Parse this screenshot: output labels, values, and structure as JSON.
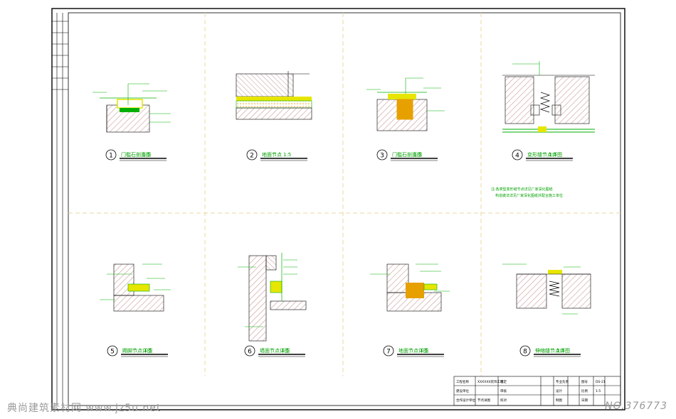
{
  "colors": {
    "frame": "#000000",
    "hatch": "#d0a6a4",
    "accent_yellow": "#e6e600",
    "accent_green": "#00b000",
    "grid_divider": "#e8d9a0",
    "caption_text": "#00a000"
  },
  "details": [
    {
      "number": "1",
      "caption": "门槛石剖面图",
      "scale": "1:5"
    },
    {
      "number": "2",
      "caption": "地面节点",
      "scale": "1:5"
    },
    {
      "number": "3",
      "caption": "门槛石剖面图",
      "scale": "1:5"
    },
    {
      "number": "4",
      "caption": "变形缝节点详图",
      "scale": "1:5"
    },
    {
      "number": "5",
      "caption": "踢脚节点详图",
      "scale": "1:5"
    },
    {
      "number": "6",
      "caption": "墙面节点详图",
      "scale": "1:5"
    },
    {
      "number": "7",
      "caption": "地面节点详图",
      "scale": "1:5"
    },
    {
      "number": "8",
      "caption": "伸缩缝节点详图",
      "scale": "1:5"
    }
  ],
  "notes": [
    "注:各类型变形缝节点详见厂家深化图纸",
    "构造做法详见厂家深化图纸并配合施工单位"
  ],
  "title_block": {
    "rows": [
      [
        "工程名称",
        "XXXXXX装饰工程",
        "审定",
        "",
        "专业负责",
        "",
        "图号",
        "DS-21"
      ],
      [
        "建设单位",
        "",
        "审核",
        "",
        "设计",
        "",
        "比例",
        "1:5"
      ],
      [
        "合作设计单位",
        "节点详图",
        "校对",
        "",
        "制图",
        "",
        "日期",
        ""
      ]
    ]
  },
  "watermark": {
    "left": "典尚建筑素材网 www.jz5u.net",
    "right": "NO.376773"
  }
}
